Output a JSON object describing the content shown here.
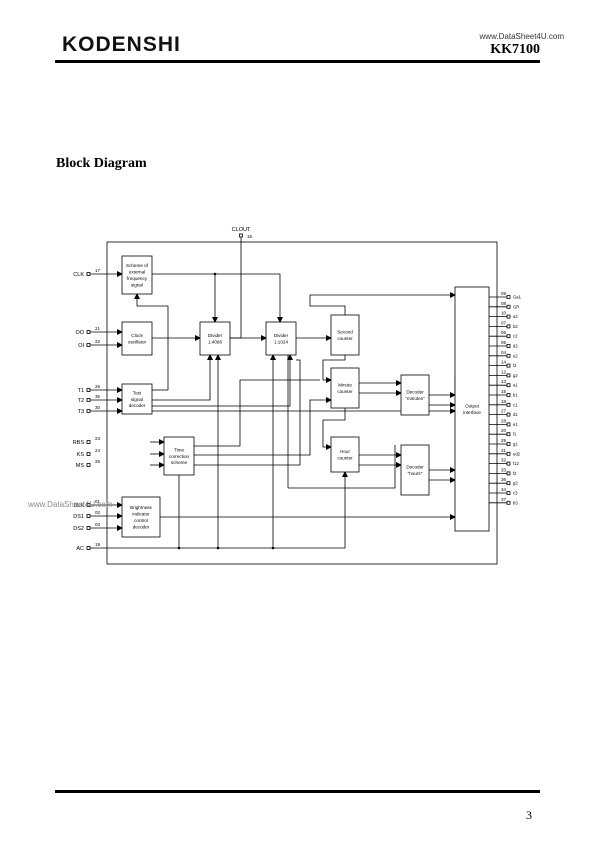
{
  "header": {
    "logo": "KODENSHI",
    "site": "www.DataSheet4U.com",
    "part": "KK7100"
  },
  "section_title": "Block Diagram",
  "page_number": "3",
  "watermark": "www.DataSheet4U.com",
  "diagram": {
    "top_signal": {
      "name": "CLOUT",
      "pin": "16"
    },
    "left_pins": [
      {
        "name": "CLK",
        "pin": "17"
      },
      {
        "name": "OO",
        "pin": "21"
      },
      {
        "name": "OI",
        "pin": "22"
      },
      {
        "name": "T1",
        "pin": "26"
      },
      {
        "name": "T2",
        "pin": "35"
      },
      {
        "name": "T3",
        "pin": "30"
      },
      {
        "name": "RBS",
        "pin": "23"
      },
      {
        "name": "KS",
        "pin": "24"
      },
      {
        "name": "MS",
        "pin": "25"
      },
      {
        "name": "BLK",
        "pin": "01"
      },
      {
        "name": "DS1",
        "pin": "02"
      },
      {
        "name": "DS2",
        "pin": "03"
      },
      {
        "name": "AC",
        "pin": "19"
      }
    ],
    "blocks": {
      "shaper": [
        "Scheme of",
        "external",
        "frequency",
        "signal"
      ],
      "oscillator": [
        "Clock",
        "oscillator"
      ],
      "test_decoder": [
        "Test",
        "signal",
        "decoder"
      ],
      "time_correction": [
        "Time",
        "correction",
        "scheme"
      ],
      "brightness": [
        "Brightness",
        "indicator",
        "control",
        "decoder"
      ],
      "divider1": [
        "Divider",
        "1:4096"
      ],
      "divider2": [
        "Divider",
        "1:1024"
      ],
      "second_counter": [
        "Second",
        "counter"
      ],
      "minute_counter": [
        "Minute",
        "counter"
      ],
      "hour_counter": [
        "Hour",
        "counter"
      ],
      "decoder_minutes": [
        "Decoder",
        "\"minutes\""
      ],
      "decoder_hours": [
        "Decoder",
        "\"hours\""
      ],
      "output_interface": [
        "Output",
        "interface"
      ]
    },
    "right_pins": [
      {
        "pin": "09",
        "name": "Ga1"
      },
      {
        "name": "GR",
        "pin": "08"
      },
      {
        "name": "a2",
        "pin": "10"
      },
      {
        "name": "b2",
        "pin": "07"
      },
      {
        "name": "c2",
        "pin": "06"
      },
      {
        "name": "d2",
        "pin": "05"
      },
      {
        "name": "e2",
        "pin": "04"
      },
      {
        "name": "f2",
        "pin": "14"
      },
      {
        "name": "g2",
        "pin": "12"
      },
      {
        "name": "a1",
        "pin": "13"
      },
      {
        "name": "b1",
        "pin": "15"
      },
      {
        "name": "c1",
        "pin": "18"
      },
      {
        "name": "d1",
        "pin": "27"
      },
      {
        "name": "e1",
        "pin": "28"
      },
      {
        "name": "f1",
        "pin": "20"
      },
      {
        "name": "g1",
        "pin": "29"
      },
      {
        "name": "ed2",
        "pin": "31"
      },
      {
        "name": "f12",
        "pin": "32"
      },
      {
        "name": "f2",
        "pin": "33"
      },
      {
        "name": "g2",
        "pin": "36"
      },
      {
        "name": "c3",
        "pin": "34"
      },
      {
        "name": "b3",
        "pin": "37"
      }
    ]
  }
}
